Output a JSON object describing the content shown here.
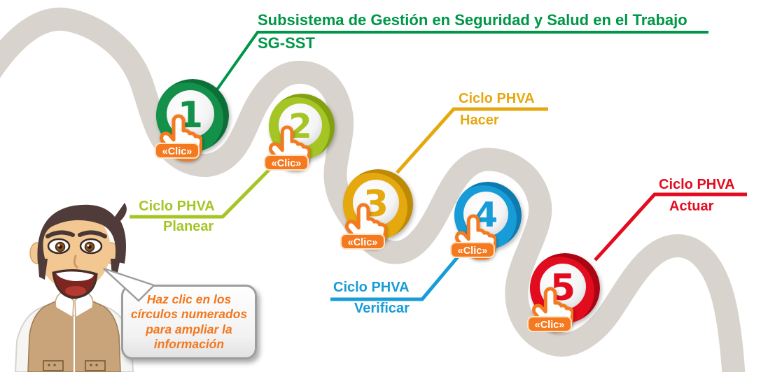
{
  "title": {
    "line1": "Subsistema de Gestión en Seguridad y Salud en el Trabajo",
    "line2": "SG-SST",
    "color": "#009647"
  },
  "instruction_bubble": {
    "text": "Haz clic en los círculos numerados para ampliar la información",
    "text_color": "#f3771d",
    "border_color": "#9d9d9d"
  },
  "click_label": "«Clic»",
  "accent_orange": "#f4791f",
  "road_color": "#d8d3cd",
  "steps": [
    {
      "number": "1",
      "color": "#13914a",
      "shade": "#0b6f37"
    },
    {
      "number": "2",
      "color": "#a5c525",
      "shade": "#82a011",
      "cycle": "Ciclo PHVA",
      "phase": "Planear"
    },
    {
      "number": "3",
      "color": "#e5a80f",
      "shade": "#bc8a05",
      "cycle": "Ciclo PHVA",
      "phase": "Hacer"
    },
    {
      "number": "4",
      "color": "#189cd8",
      "shade": "#0d7ab0",
      "cycle": "Ciclo PHVA",
      "phase": "Verificar"
    },
    {
      "number": "5",
      "color": "#e30b1e",
      "shade": "#aa0512",
      "cycle": "Ciclo PHVA",
      "phase": "Actuar"
    }
  ]
}
